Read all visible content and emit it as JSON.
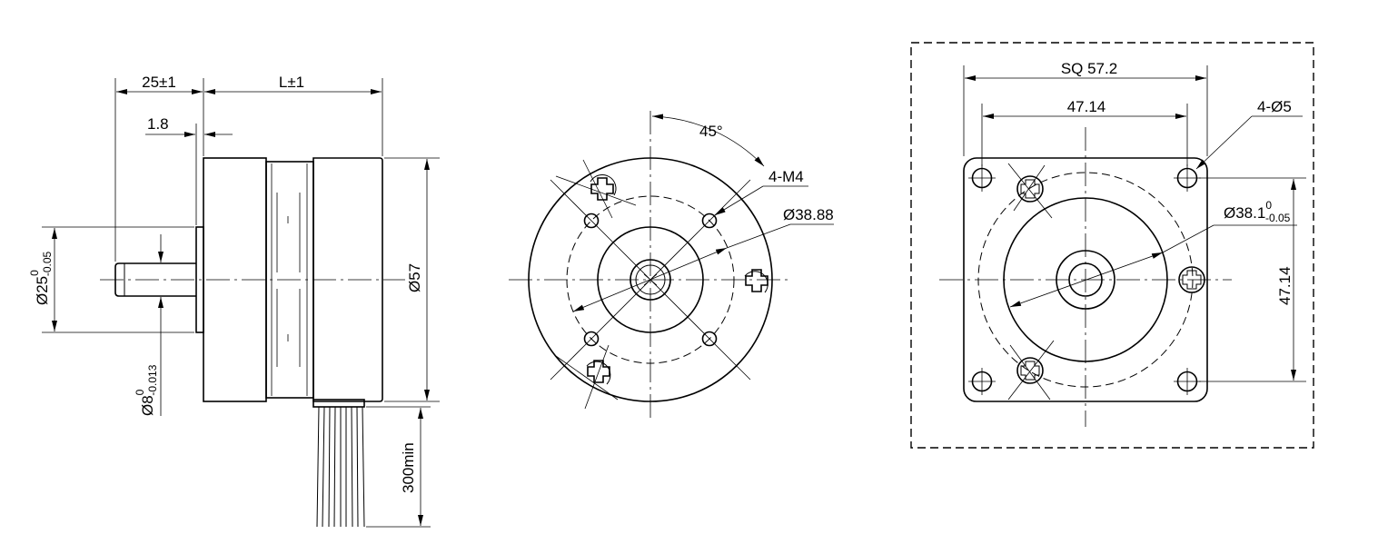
{
  "side_view": {
    "shaft_length": "25±1",
    "body_length": "L±1",
    "flange_thickness": "1.8",
    "boss_dia_main": "Ø25",
    "boss_tol_upper": "0",
    "boss_tol_lower": "-0.05",
    "shaft_dia_main": "Ø8",
    "shaft_tol_upper": "0",
    "shaft_tol_lower": "-0.013",
    "body_dia": "Ø57",
    "lead_length": "300min"
  },
  "rear_view": {
    "angle": "45°",
    "threaded_holes": "4-M4",
    "bolt_circle": "Ø38.88"
  },
  "front_view": {
    "square": "SQ 57.2",
    "hole_spacing_h": "47.14",
    "mount_holes": "4-Ø5",
    "pilot_dia_main": "Ø38.1",
    "pilot_tol_upper": "0",
    "pilot_tol_lower": "-0.05",
    "hole_spacing_v": "47.14"
  }
}
